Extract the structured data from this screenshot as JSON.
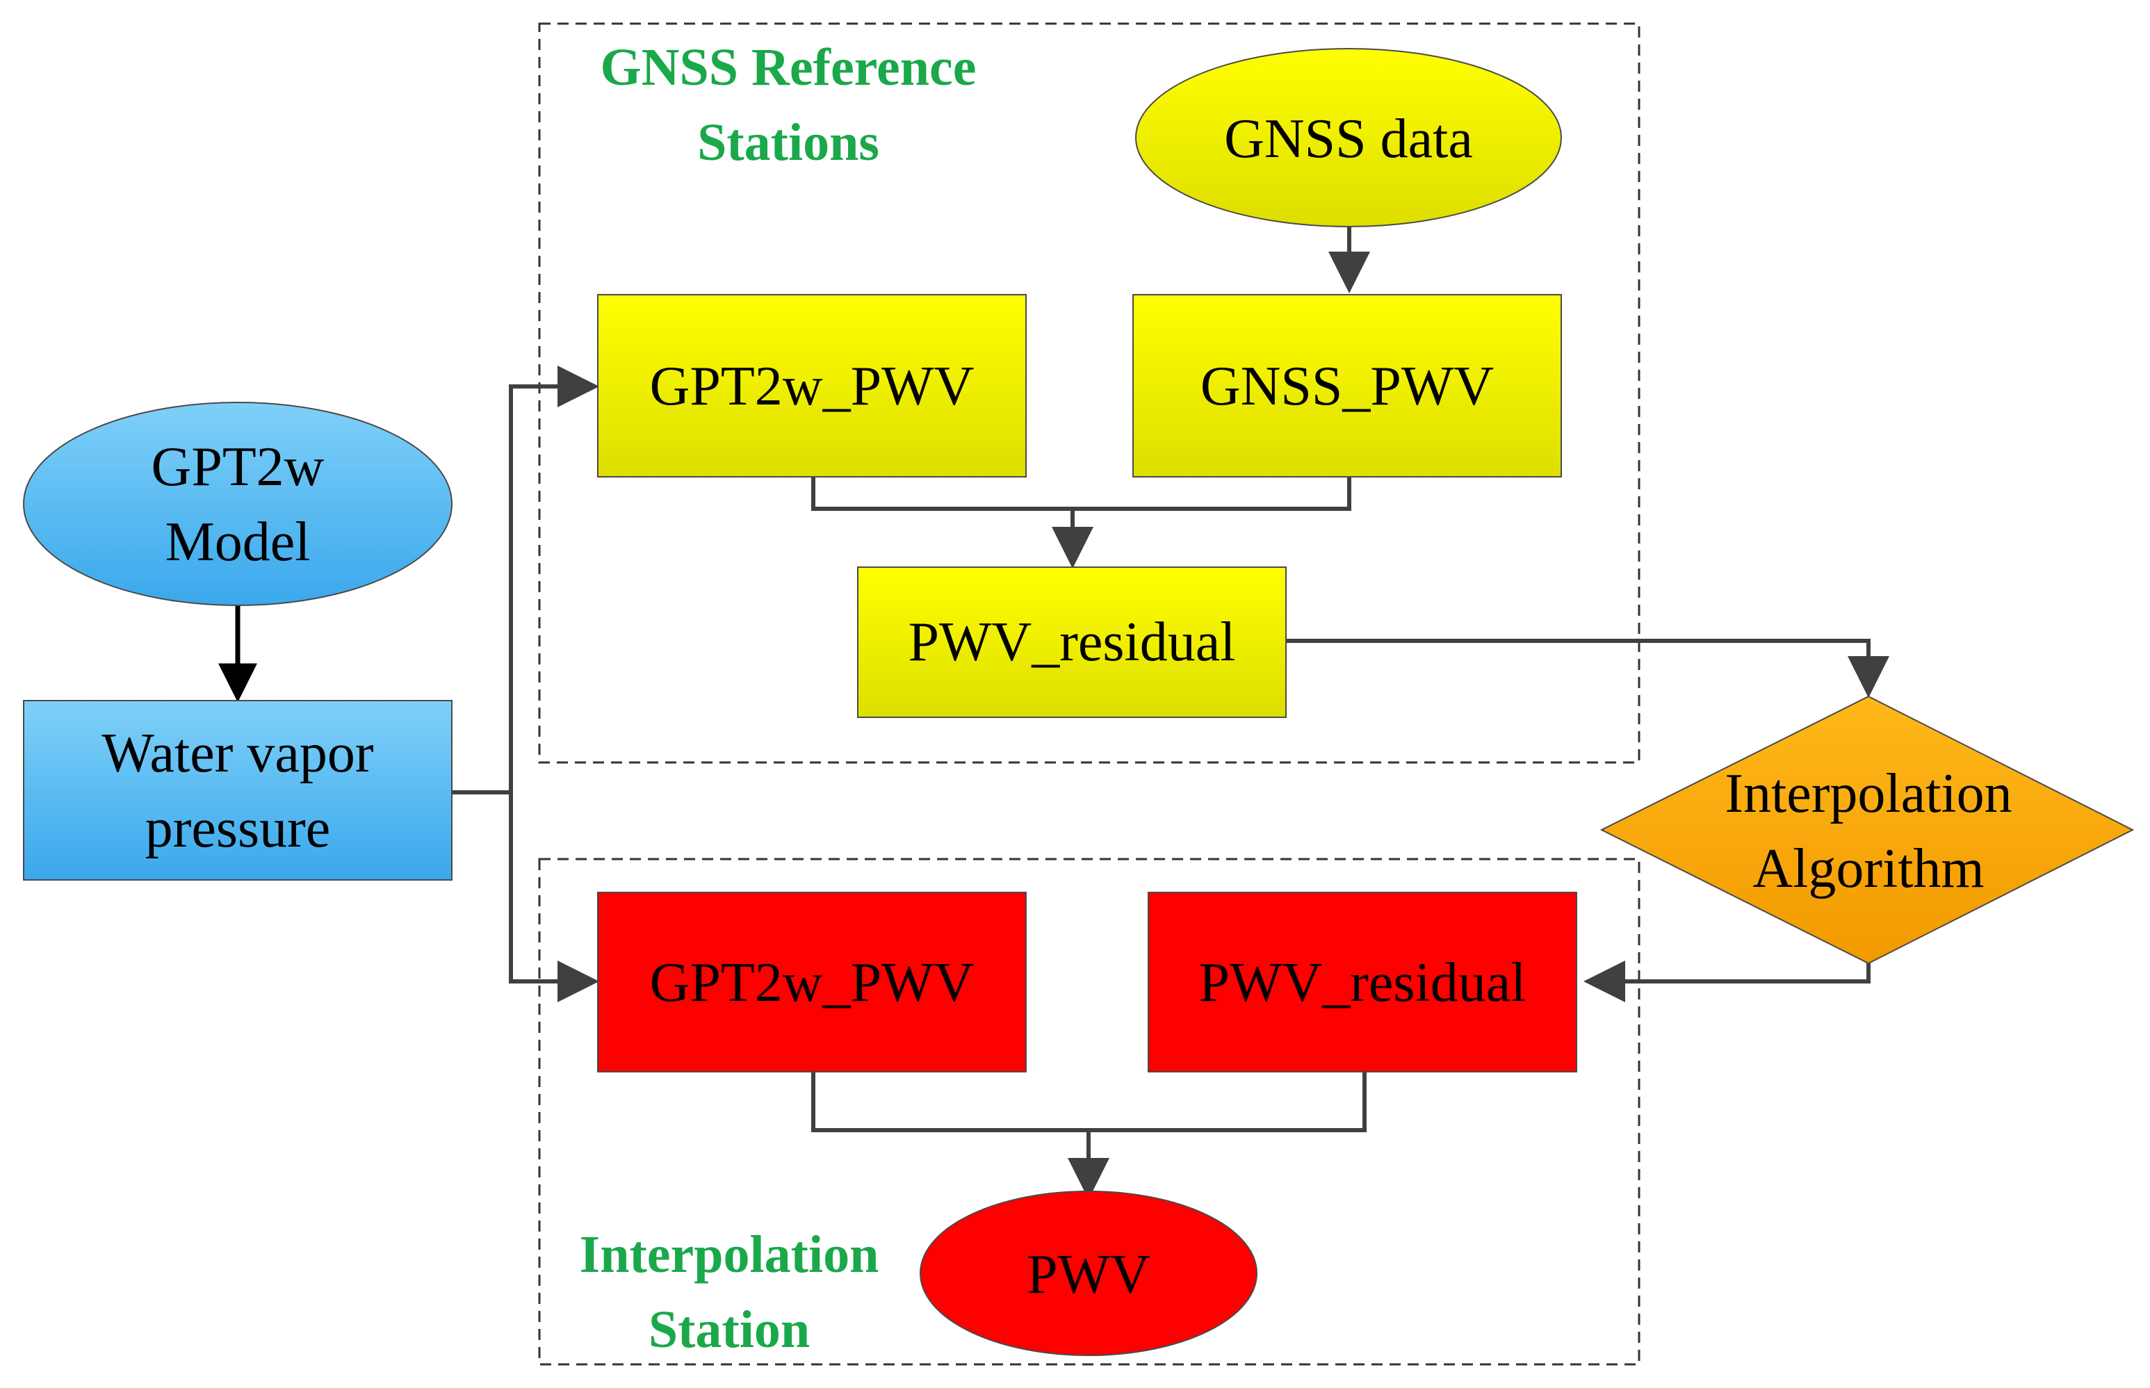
{
  "groups": {
    "reference": {
      "title_line1": "GNSS Reference",
      "title_line2": "Stations"
    },
    "interpolation": {
      "title_line1": "Interpolation",
      "title_line2": "Station"
    }
  },
  "nodes": {
    "gpt2w_model": {
      "line1": "GPT2w",
      "line2": "Model"
    },
    "water_vapor": {
      "line1": "Water vapor",
      "line2": "pressure"
    },
    "gnss_data": {
      "label": "GNSS data"
    },
    "ref_gpt2w_pwv": {
      "label": "GPT2w_PWV"
    },
    "ref_gnss_pwv": {
      "label": "GNSS_PWV"
    },
    "ref_pwv_residual": {
      "label": "PWV_residual"
    },
    "interp_algorithm": {
      "line1": "Interpolation",
      "line2": "Algorithm"
    },
    "interp_gpt2w_pwv": {
      "label": "GPT2w_PWV"
    },
    "interp_pwv_residual": {
      "label": "PWV_residual"
    },
    "pwv_output": {
      "label": "PWV"
    }
  },
  "colors": {
    "blue_node": "#5bbcf0",
    "yellow_node": "#f4f000",
    "red_node": "#ff0000",
    "orange_node": "#f7a600",
    "group_title": "#1aa84a",
    "edge": "#404040"
  }
}
